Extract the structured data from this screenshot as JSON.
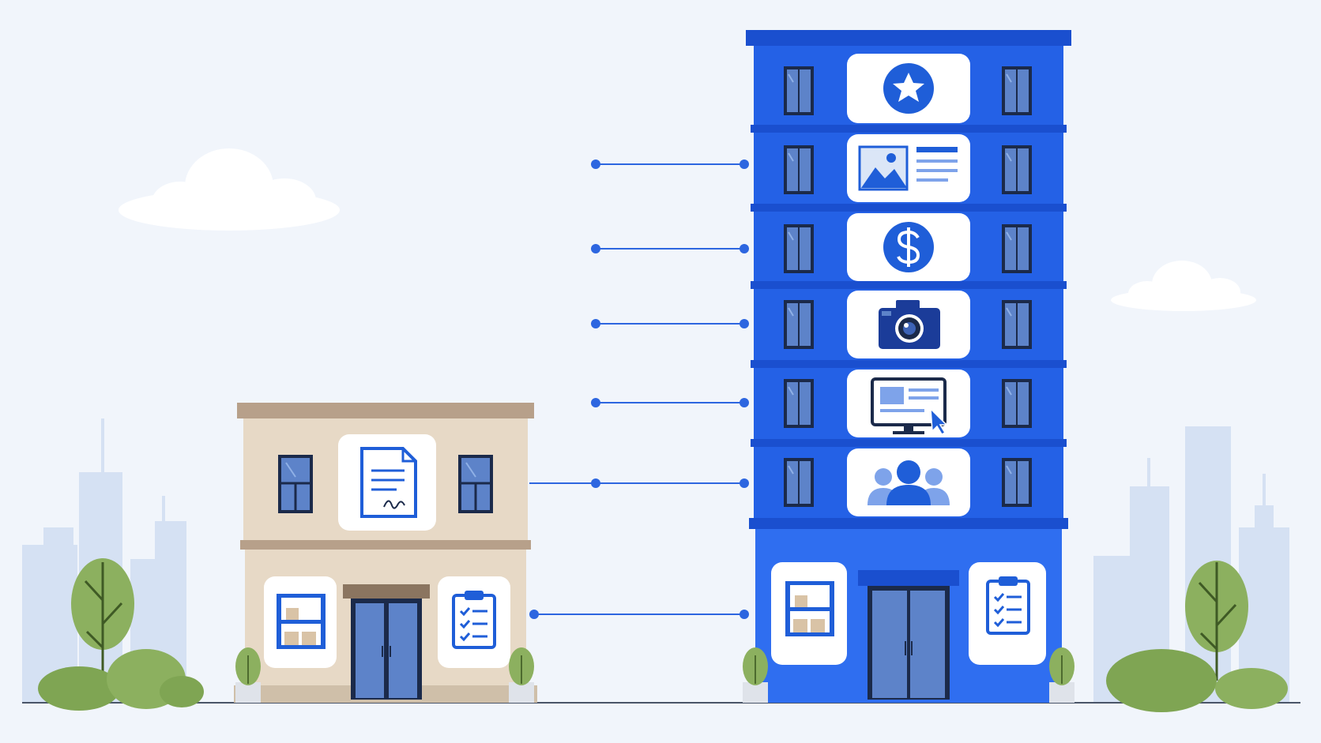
{
  "colors": {
    "background": "#f1f5fb",
    "tower_primary": "#2461e6",
    "tower_dark": "#1a4fcf",
    "tower_light": "#2f6ef0",
    "shop_wall": "#e7d9c6",
    "shop_trim": "#b7a08a",
    "window_frame": "#1b2a4a",
    "window_glass": "#5d83c9",
    "panel_white": "#ffffff",
    "icon_blue": "#1f5ed8",
    "tree_green": "#8cb05f",
    "tree_dark": "#6f9a45",
    "skyline": "#d5e1f3",
    "cloud": "#ffffff",
    "connector": "#2d66e0"
  },
  "tower": {
    "floor_icons": [
      "badge-star-icon",
      "image-article-icon",
      "dollar-icon",
      "camera-icon",
      "monitor-cursor-icon",
      "team-icon"
    ],
    "ground_icons": [
      "storage-shelf-icon",
      "checklist-clipboard-icon"
    ]
  },
  "shop": {
    "upper_icon": "signed-contract-icon",
    "ground_icons": [
      "storage-shelf-icon",
      "checklist-clipboard-icon"
    ]
  },
  "connectors": {
    "count": 6,
    "types": [
      "free-floating",
      "free-floating",
      "free-floating",
      "free-floating",
      "links-shop-upper",
      "links-shop-ground"
    ]
  }
}
